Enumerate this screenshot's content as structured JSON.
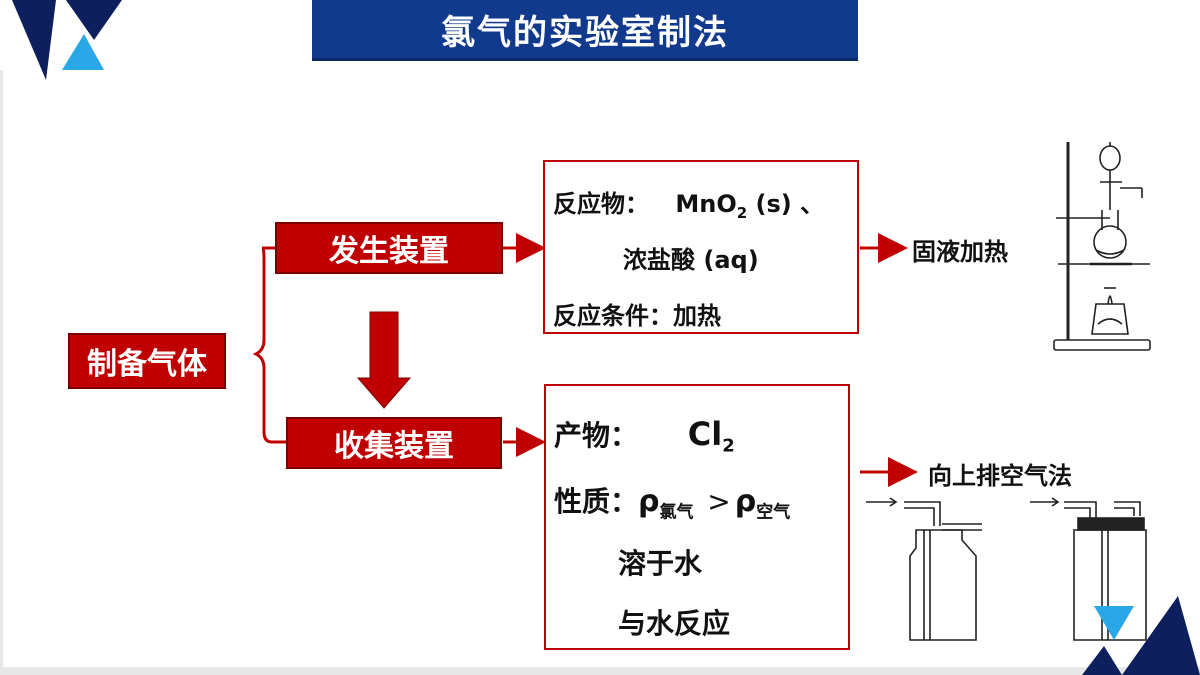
{
  "title": "氯气的实验室制法",
  "root_node": "制备气体",
  "generation": {
    "label": "发生装置",
    "reactant_label": "反应物：",
    "reactant_1": "MnO",
    "reactant_1_sub": "2",
    "reactant_1_state": " (s) 、",
    "reactant_2": "浓盐酸 (aq)",
    "condition_label": "反应条件：",
    "condition_value": "加热",
    "result": "固液加热"
  },
  "collection": {
    "label": "收集装置",
    "product_label": "产物：",
    "product": "Cl",
    "product_sub": "2",
    "property_label": "性质：",
    "rho": "ρ",
    "rho_sub_1": "氯气",
    "compare": ">",
    "rho_sub_2": "空气",
    "property_2": "溶于水",
    "property_3": "与水反应",
    "result": "向上排空气法"
  },
  "colors": {
    "title_bg": "#123a8c",
    "box_red": "#c00000",
    "logo_dark": "#0d1f5c",
    "logo_light": "#2aa7e6"
  }
}
